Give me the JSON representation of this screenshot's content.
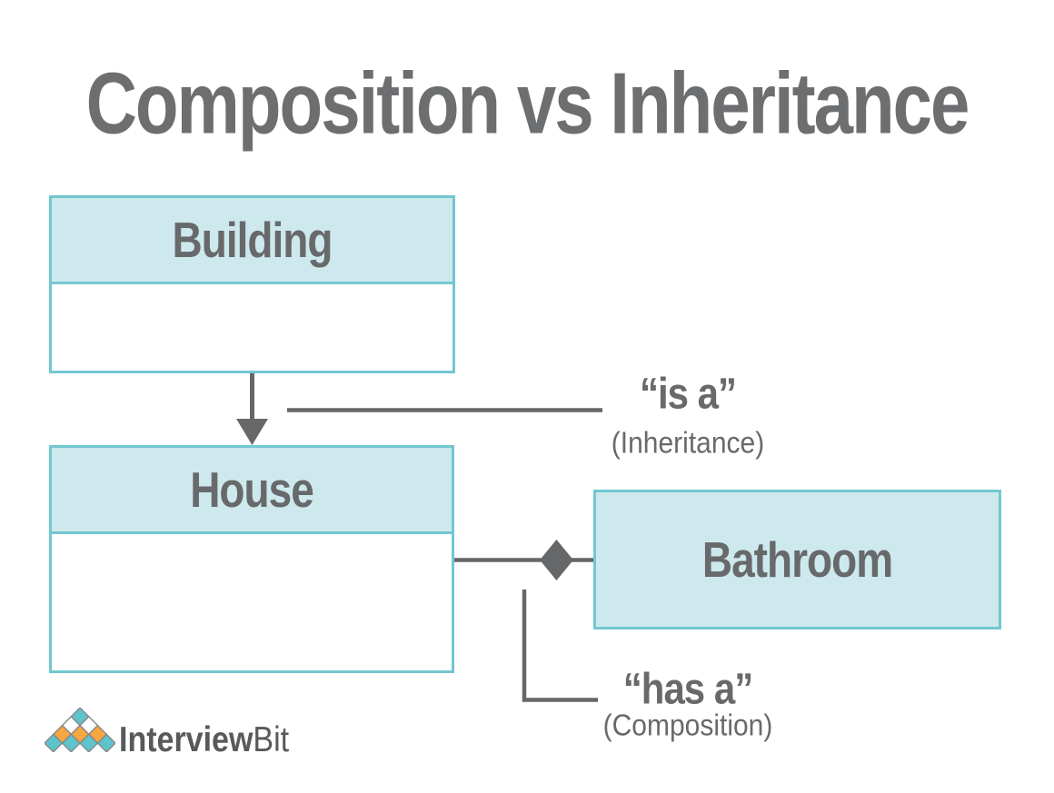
{
  "title": "Composition vs Inheritance",
  "boxes": {
    "building": {
      "label": "Building"
    },
    "house": {
      "label": "House"
    },
    "bathroom": {
      "label": "Bathroom"
    }
  },
  "relationships": {
    "is_a": {
      "label": "“is a”",
      "sublabel": "(Inheritance)"
    },
    "has_a": {
      "label": "“has a”",
      "sublabel": "(Composition)"
    }
  },
  "logo": {
    "name_bold": "Interview",
    "name_light": "Bit"
  },
  "colors": {
    "box_border_teal": "#72c7d0",
    "box_fill_teal": "#cde9ed",
    "line_gray": "#656769",
    "text_gray": "#68696b",
    "title_gray": "#6d6e70",
    "logo_teal": "#5ec3cb",
    "logo_orange": "#f4a640",
    "logo_text_gray": "#58595b"
  }
}
